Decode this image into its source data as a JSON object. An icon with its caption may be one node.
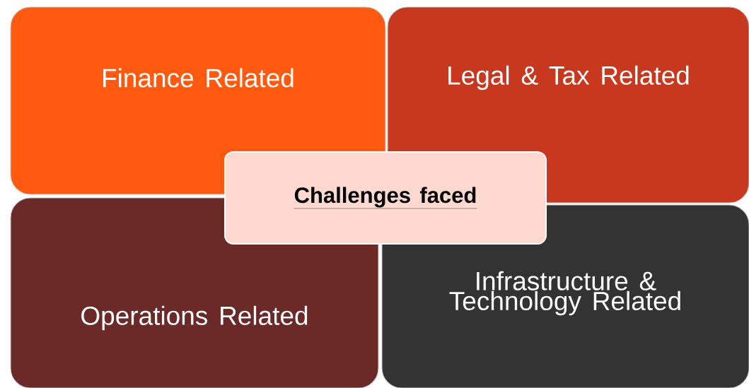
{
  "diagram": {
    "nodes": [
      {
        "text": [
          "Finance Related"
        ]
      },
      {
        "text": [
          "Legal & Tax Related"
        ]
      },
      {
        "text": [
          "Operations Related"
        ]
      },
      {
        "text": [
          "Infrastructure & Technology Related"
        ]
      },
      {
        "text": [
          "Challenges faced"
        ]
      }
    ]
  }
}
